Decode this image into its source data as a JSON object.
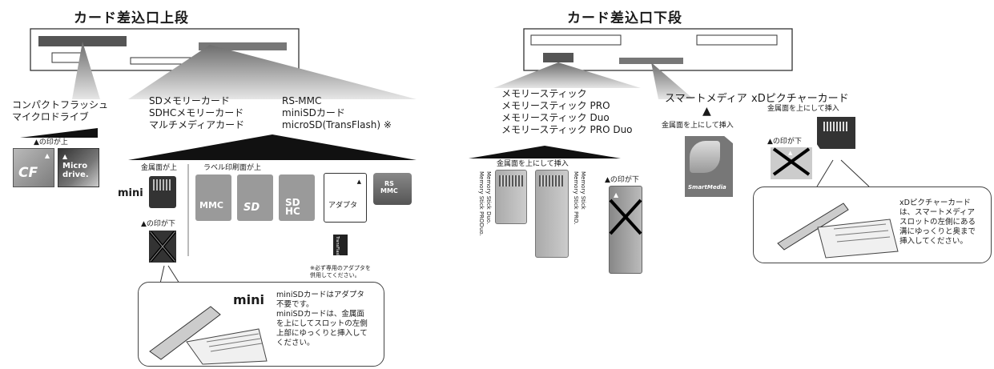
{
  "upper": {
    "title": "カード差込口上段",
    "cf_group": {
      "lines": [
        "コンパクトフラッシュ",
        "マイクロドライブ"
      ],
      "mark_label": "▲の印が上",
      "cf_card_text": "CF",
      "microdrive_text": [
        "Micro",
        "drive."
      ]
    },
    "sd_group": {
      "lines": [
        "SDメモリーカード",
        "SDHCメモリーカード",
        "マルチメディアカード"
      ]
    },
    "rs_group": {
      "lines": [
        "RS-MMC",
        "miniSDカード",
        "microSD(TransFlash) ※"
      ]
    },
    "label_metal_up": "金属面が上",
    "label_label_up": "ラベル印刷面が上",
    "label_mark_down": "▲の印が下",
    "mmc_text": "MMC",
    "adapter_text": "アダプタ",
    "rsmmc_text": [
      "RS",
      "MMC"
    ],
    "transflash_text": "TransFlash",
    "adapter_note": [
      "※必ず専用のアダプタを",
      "併用してください。"
    ],
    "minisd_note": [
      "miniSDカードはアダプタ",
      "不要です。",
      "miniSDカードは、金属面",
      "を上にしてスロットの左側",
      "上部にゆっくりと挿入して",
      "ください。"
    ]
  },
  "lower": {
    "title": "カード差込口下段",
    "ms_group": {
      "lines": [
        "メモリースティック",
        "メモリースティック PRO",
        "メモリースティック Duo",
        "メモリースティック PRO Duo"
      ]
    },
    "ms_label": "金属面を上にして挿入",
    "ms_side_texts": [
      "Memory Stick PRODuo.",
      "Memory Stick Duo.",
      "Memory Stick PRO.",
      "Memory Stick"
    ],
    "ms_mark_down": "▲の印が下",
    "sm_group": {
      "title": "スマートメディア",
      "arrow": "▲",
      "label": "金属面を上にして挿入",
      "logo": "SmartMedia"
    },
    "xd_group": {
      "title": "xDピクチャーカード",
      "label": "金属面を上にして挿入",
      "mark_down": "▲の印が下"
    },
    "xd_note": [
      "xDピクチャーカード",
      "は、スマートメディア",
      "スロットの左側にある",
      "溝にゆっくりと奥まで",
      "挿入してください。"
    ]
  }
}
